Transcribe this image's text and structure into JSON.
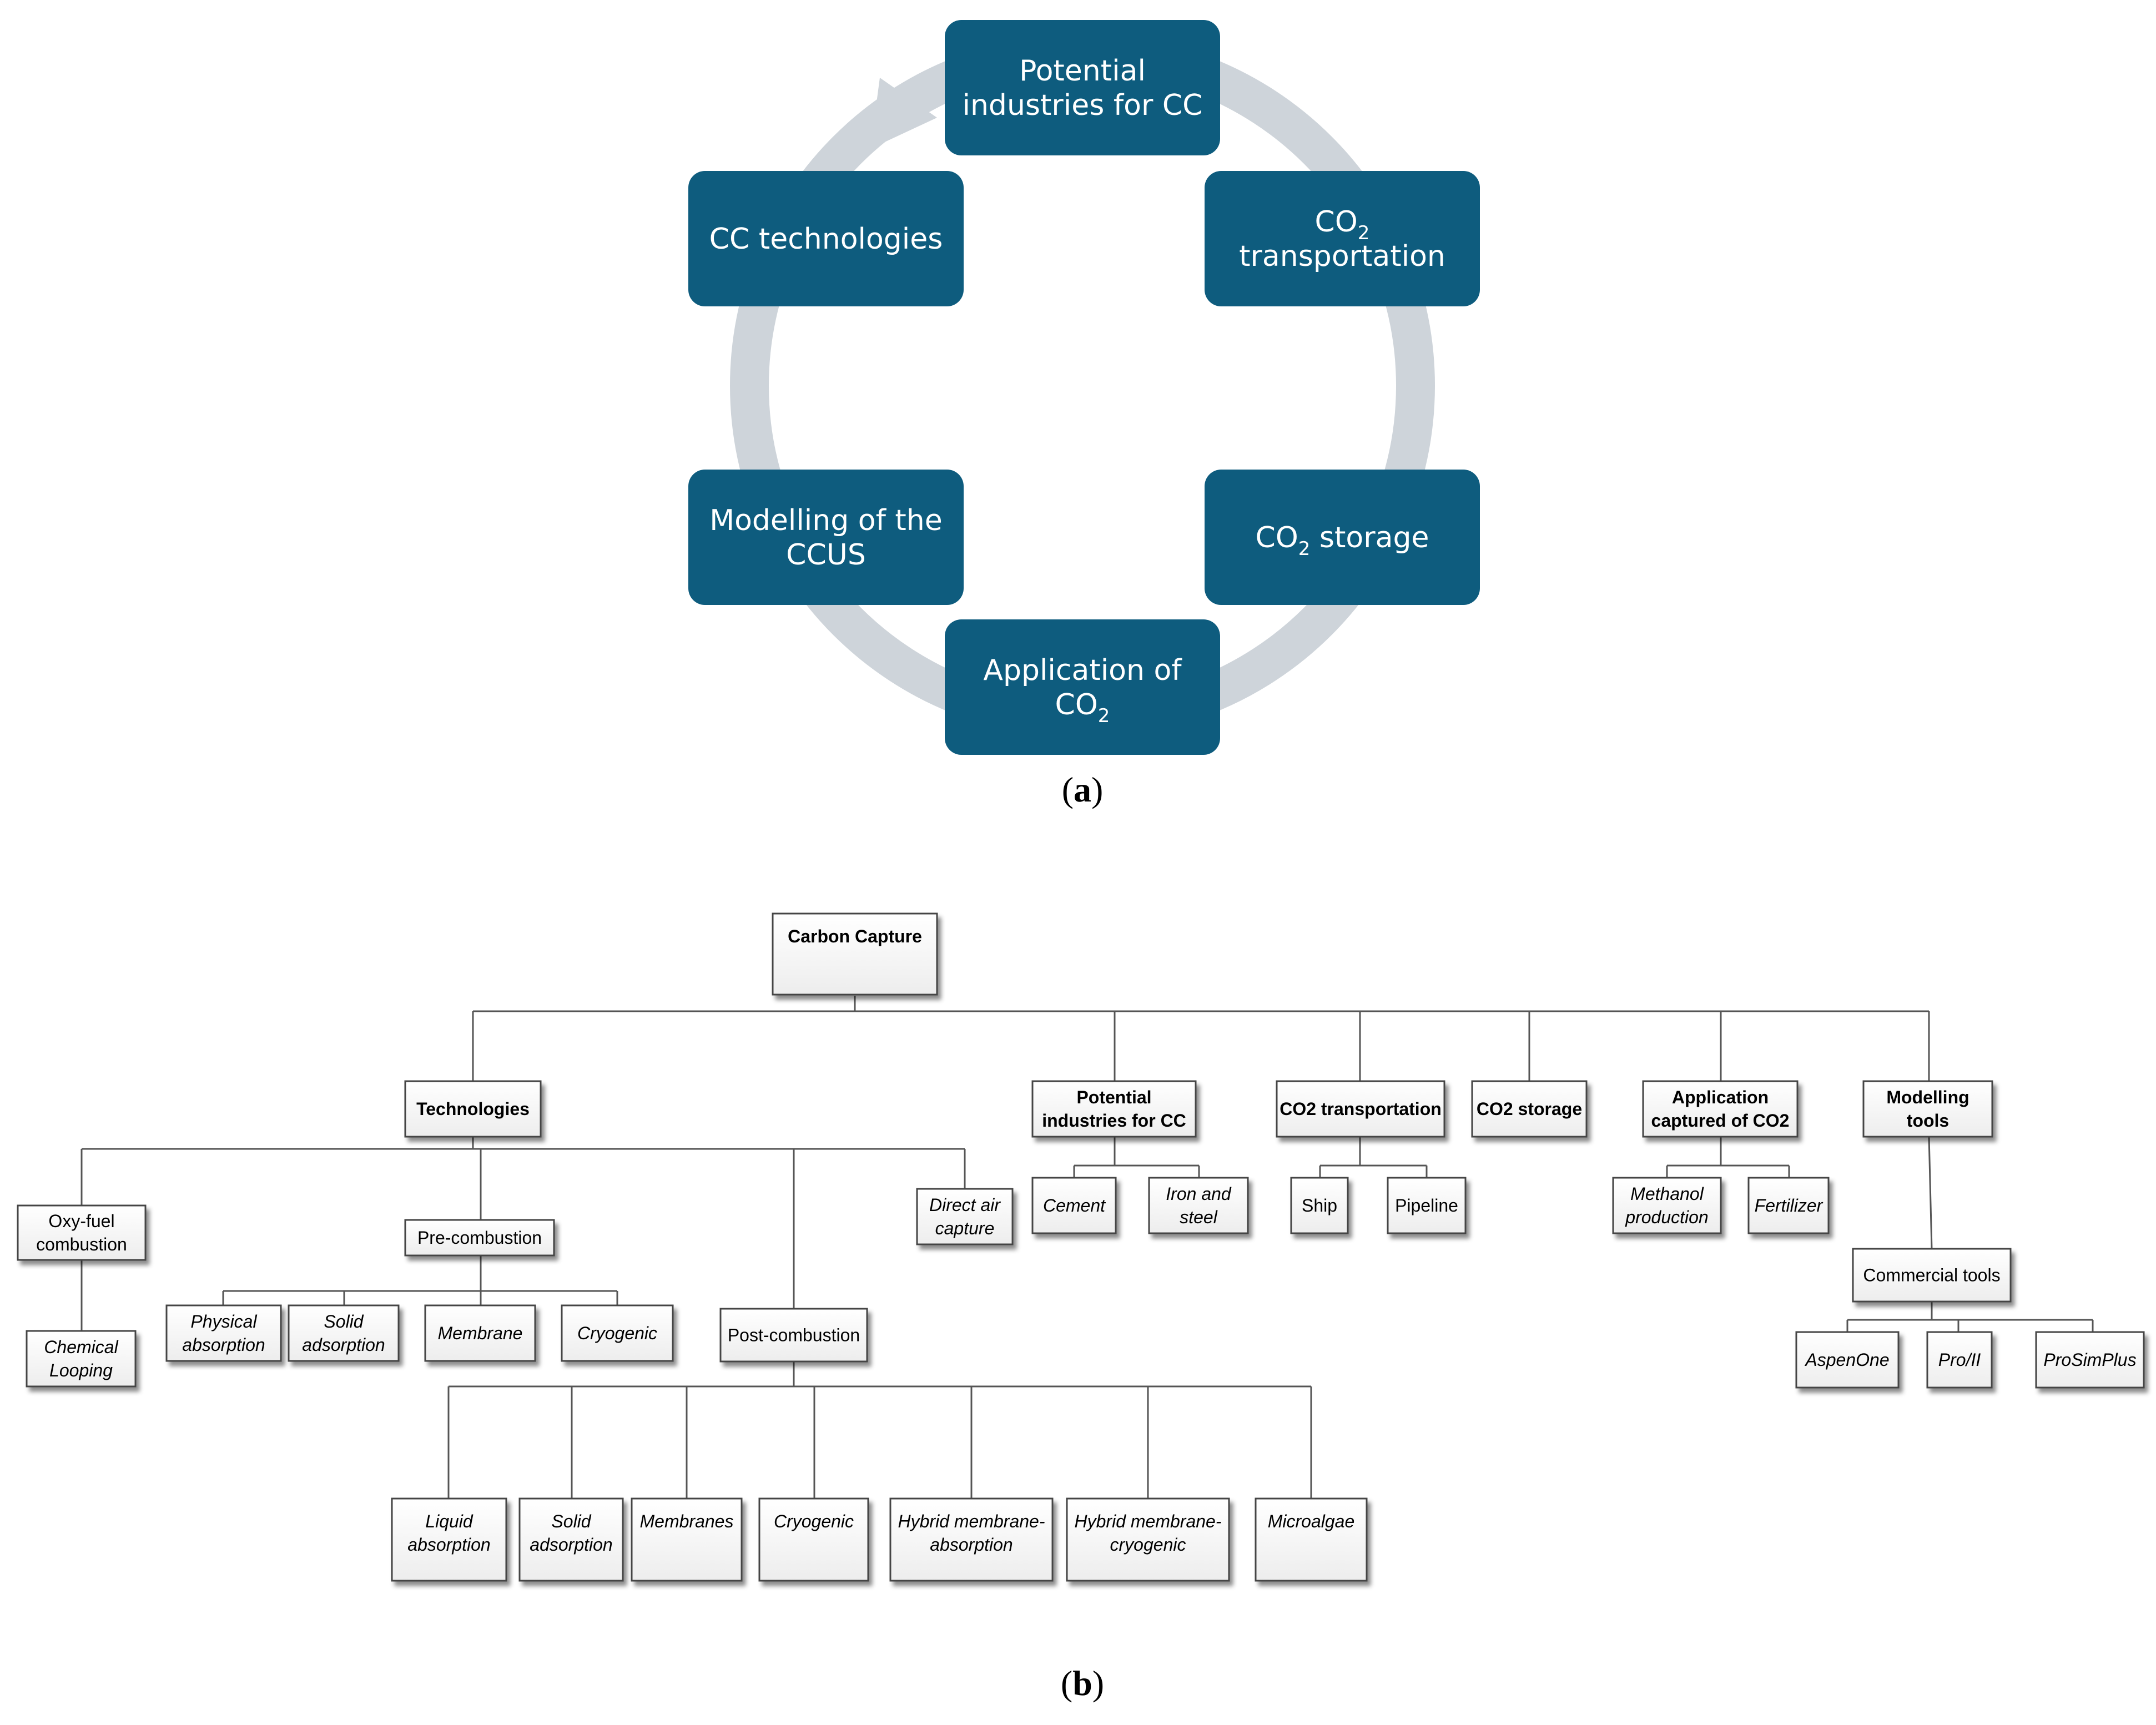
{
  "panel_a": {
    "caption_open": "(",
    "caption_letter": "a",
    "caption_close": ")",
    "colors": {
      "box_fill": "#0e5c7e",
      "ring": "#ced4da",
      "text": "#ffffff"
    },
    "nodes": [
      {
        "id": "industries",
        "lines": [
          "Potential",
          "industries for CC"
        ]
      },
      {
        "id": "transport",
        "lines": [
          "CO|2",
          "transportation"
        ]
      },
      {
        "id": "storage",
        "lines": [
          "CO|2| storage"
        ]
      },
      {
        "id": "application",
        "lines": [
          "Application of",
          "CO|2"
        ]
      },
      {
        "id": "modelling",
        "lines": [
          "Modelling of the",
          "CCUS"
        ]
      },
      {
        "id": "technologies",
        "lines": [
          "CC technologies"
        ]
      }
    ]
  },
  "panel_b": {
    "caption_open": "(",
    "caption_letter": "b",
    "caption_close": ")",
    "nodes": [
      {
        "id": "root",
        "lines": [
          "Carbon Capture"
        ],
        "style": "bold"
      },
      {
        "id": "technologies",
        "lines": [
          "Technologies"
        ],
        "style": "bold"
      },
      {
        "id": "industries",
        "lines": [
          "Potential",
          "industries for CC"
        ],
        "style": "bold"
      },
      {
        "id": "co2_transport",
        "lines": [
          "CO2 transportation"
        ],
        "style": "bold"
      },
      {
        "id": "co2_storage",
        "lines": [
          "CO2 storage"
        ],
        "style": "bold"
      },
      {
        "id": "application",
        "lines": [
          "Application",
          "captured of CO2"
        ],
        "style": "bold"
      },
      {
        "id": "modelling_tools",
        "lines": [
          "Modelling",
          "tools"
        ],
        "style": "bold"
      },
      {
        "id": "oxy_fuel",
        "lines": [
          "Oxy-fuel",
          "combustion"
        ],
        "style": "normal"
      },
      {
        "id": "chemical_looping",
        "lines": [
          "Chemical",
          "Looping"
        ],
        "style": "italic"
      },
      {
        "id": "pre_combustion",
        "lines": [
          "Pre-combustion"
        ],
        "style": "normal"
      },
      {
        "id": "physical_absorption",
        "lines": [
          "Physical",
          "absorption"
        ],
        "style": "italic"
      },
      {
        "id": "solid_adsorption_pre",
        "lines": [
          "Solid",
          "adsorption"
        ],
        "style": "italic"
      },
      {
        "id": "membrane",
        "lines": [
          "Membrane"
        ],
        "style": "italic"
      },
      {
        "id": "cryogenic_pre",
        "lines": [
          "Cryogenic"
        ],
        "style": "italic"
      },
      {
        "id": "post_combustion",
        "lines": [
          "Post-combustion"
        ],
        "style": "normal"
      },
      {
        "id": "direct_air",
        "lines": [
          "Direct air",
          "capture"
        ],
        "style": "italic"
      },
      {
        "id": "liquid_absorption",
        "lines": [
          "Liquid",
          "absorption"
        ],
        "style": "italic"
      },
      {
        "id": "solid_adsorption_post",
        "lines": [
          "Solid",
          "adsorption"
        ],
        "style": "italic"
      },
      {
        "id": "membranes",
        "lines": [
          "Membranes"
        ],
        "style": "italic"
      },
      {
        "id": "cryogenic_post",
        "lines": [
          "Cryogenic"
        ],
        "style": "italic"
      },
      {
        "id": "hybrid_absorption",
        "lines": [
          "Hybrid membrane-",
          "absorption"
        ],
        "style": "italic"
      },
      {
        "id": "hybrid_cryogenic",
        "lines": [
          "Hybrid membrane-",
          "cryogenic"
        ],
        "style": "italic"
      },
      {
        "id": "microalgae",
        "lines": [
          "Microalgae"
        ],
        "style": "italic"
      },
      {
        "id": "cement",
        "lines": [
          "Cement"
        ],
        "style": "italic"
      },
      {
        "id": "iron_steel",
        "lines": [
          "Iron and",
          "steel"
        ],
        "style": "italic"
      },
      {
        "id": "ship",
        "lines": [
          "Ship"
        ],
        "style": "normal"
      },
      {
        "id": "pipeline",
        "lines": [
          "Pipeline"
        ],
        "style": "normal"
      },
      {
        "id": "methanol",
        "lines": [
          "Methanol",
          "production"
        ],
        "style": "italic"
      },
      {
        "id": "fertilizer",
        "lines": [
          "Fertilizer"
        ],
        "style": "italic"
      },
      {
        "id": "commercial_tools",
        "lines": [
          "Commercial tools"
        ],
        "style": "normal"
      },
      {
        "id": "aspenone",
        "lines": [
          "AspenOne"
        ],
        "style": "italic"
      },
      {
        "id": "pro_ii",
        "lines": [
          "Pro/II"
        ],
        "style": "italic"
      },
      {
        "id": "prosimplus",
        "lines": [
          "ProSimPlus"
        ],
        "style": "italic"
      }
    ]
  }
}
